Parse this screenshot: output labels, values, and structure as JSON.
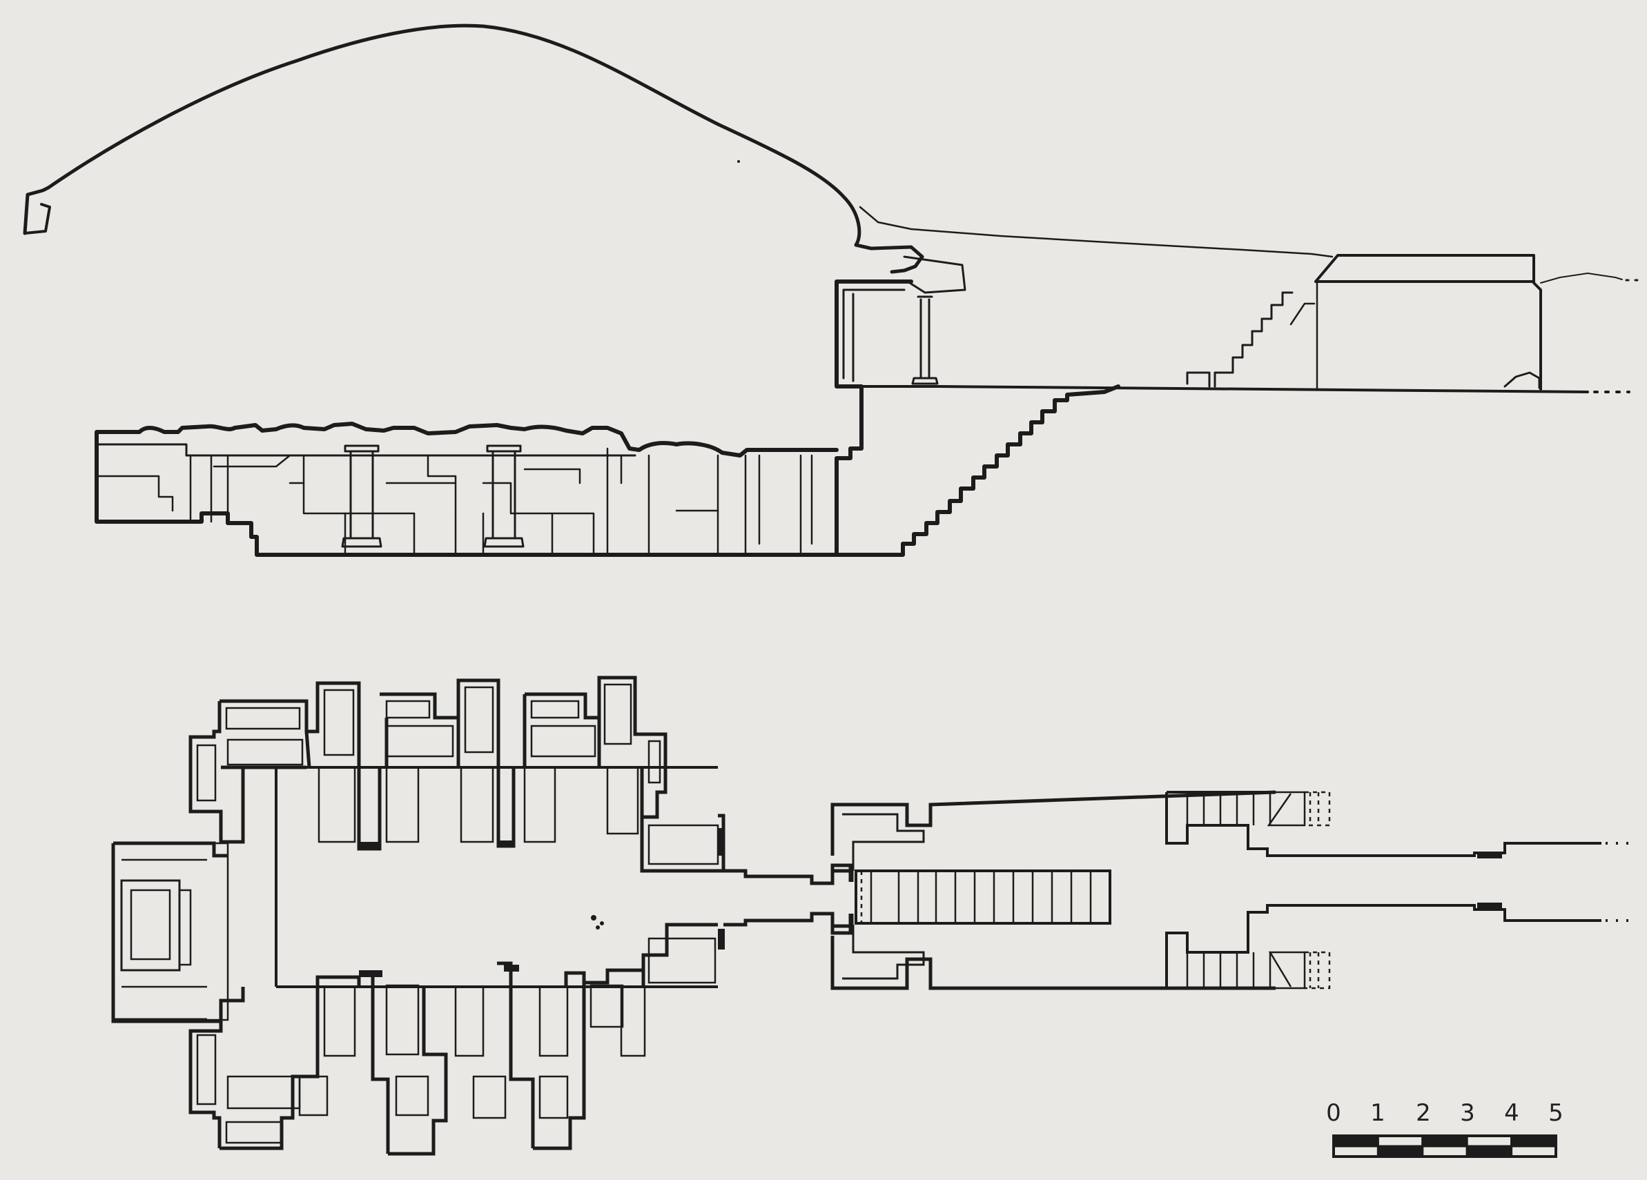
{
  "scale_bar": {
    "labels": [
      "0",
      "1",
      "2",
      "3",
      "4",
      "5"
    ],
    "unit_count": 5
  },
  "colors": {
    "paper": "#e9e8e5",
    "ink": "#1c1c1c",
    "fill_dark": "#1c1c1c"
  }
}
